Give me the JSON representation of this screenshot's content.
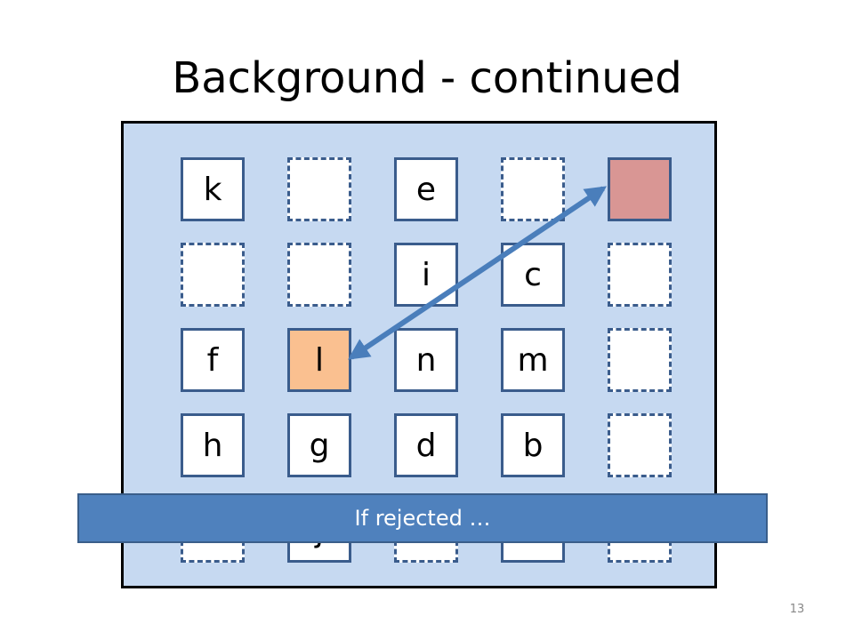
{
  "slide": {
    "title": "Background - continued",
    "page_number": "13",
    "banner_text": "If rejected …"
  },
  "grid": {
    "rows": 5,
    "cols": 5,
    "cells": [
      [
        {
          "label": "k",
          "state": "filled"
        },
        {
          "label": "",
          "state": "empty"
        },
        {
          "label": "e",
          "state": "filled"
        },
        {
          "label": "",
          "state": "empty"
        },
        {
          "label": "",
          "state": "target"
        }
      ],
      [
        {
          "label": "",
          "state": "empty"
        },
        {
          "label": "",
          "state": "empty"
        },
        {
          "label": "i",
          "state": "filled"
        },
        {
          "label": "c",
          "state": "filled"
        },
        {
          "label": "",
          "state": "empty"
        }
      ],
      [
        {
          "label": "f",
          "state": "filled"
        },
        {
          "label": "l",
          "state": "selected"
        },
        {
          "label": "n",
          "state": "filled"
        },
        {
          "label": "m",
          "state": "filled"
        },
        {
          "label": "",
          "state": "empty"
        }
      ],
      [
        {
          "label": "h",
          "state": "filled"
        },
        {
          "label": "g",
          "state": "filled"
        },
        {
          "label": "d",
          "state": "filled"
        },
        {
          "label": "b",
          "state": "filled"
        },
        {
          "label": "",
          "state": "empty"
        }
      ],
      [
        {
          "label": "",
          "state": "empty"
        },
        {
          "label": "j",
          "state": "filled"
        },
        {
          "label": "",
          "state": "empty"
        },
        {
          "label": "",
          "state": "filled"
        },
        {
          "label": "",
          "state": "empty"
        }
      ]
    ]
  },
  "colors": {
    "board_background": "#c6d9f1",
    "cell_border": "#3a5c8c",
    "selected_fill": "#fac090",
    "target_fill": "#d99694",
    "arrow": "#4a7ebb",
    "banner": "#4f81bd"
  },
  "arrow": {
    "from": {
      "row": 2,
      "col": 1
    },
    "to": {
      "row": 0,
      "col": 4
    },
    "style": "double-headed"
  }
}
